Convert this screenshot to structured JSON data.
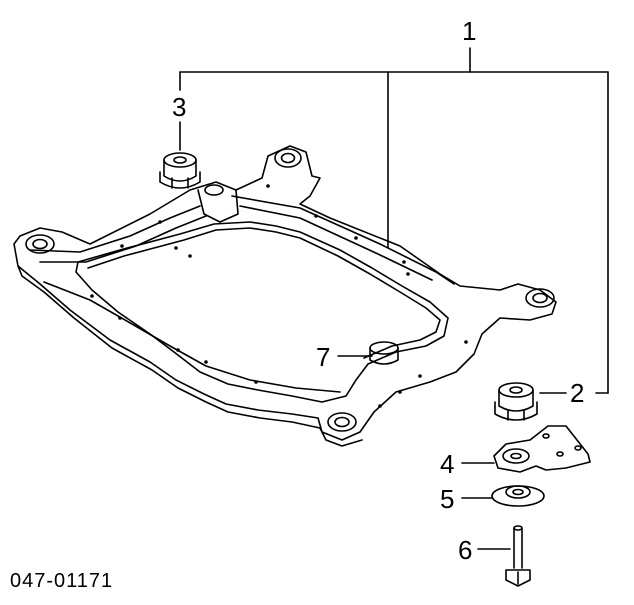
{
  "diagram": {
    "callouts": {
      "c1": "1",
      "c2": "2",
      "c3": "3",
      "c4": "4",
      "c5": "5",
      "c6": "6",
      "c7": "7"
    },
    "drawing_code": "047-01171"
  }
}
